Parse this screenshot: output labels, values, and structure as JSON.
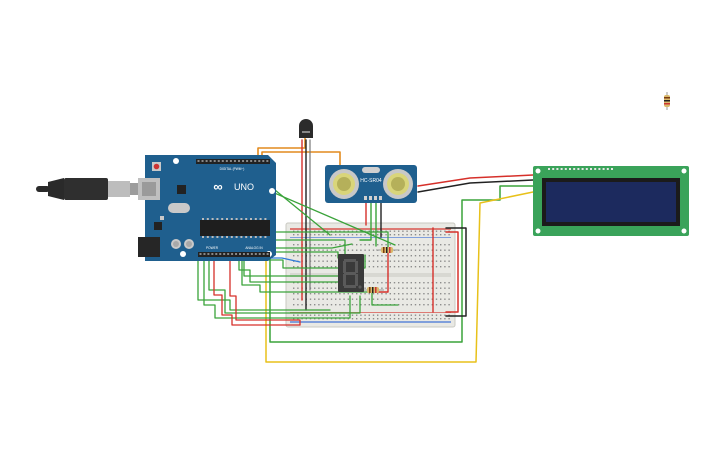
{
  "arduino": {
    "brand": "UNO",
    "logo_text": "∞",
    "header_digital": "DIGITAL (PWM~)",
    "header_power": "POWER",
    "header_analog": "ANALOG IN"
  },
  "sensor": {
    "label": "HC-SR04"
  },
  "seven_segment": {
    "digit": "8."
  },
  "colors": {
    "board": "#1f5f8e",
    "lcd_pcb": "#3aa35a",
    "lcd_screen": "#1c2a5e",
    "breadboard": "#e9e9e4",
    "wire_green": "#3aa33a",
    "wire_red": "#d6302a",
    "wire_black": "#222222",
    "wire_yellow": "#e8c11a",
    "wire_orange": "#e28a1e"
  }
}
